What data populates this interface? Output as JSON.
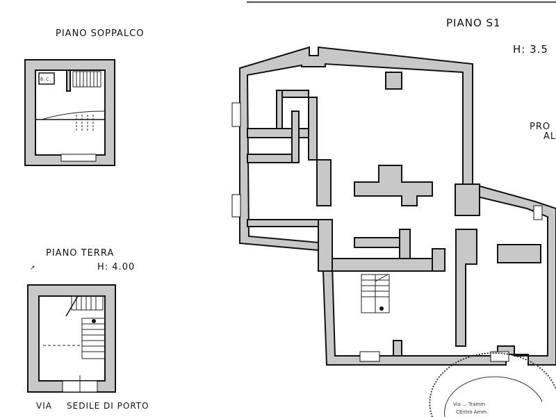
{
  "labels": {
    "piano_soppalco": "PIANO SOPPALCO",
    "bc": "B.C.",
    "piano_terra": "PIANO TERRA",
    "h_terra": "H: 4.00",
    "via": "VIA",
    "via_name": "SEDILE DI PORTO",
    "piano_s1": "PIANO S1",
    "h_s1": "H: 3.5",
    "right_cut_1": "PRO",
    "right_cut_2": "AL"
  },
  "stamp": {
    "line1": "Via ... Tramm",
    "line2": "CEntro Amm."
  }
}
